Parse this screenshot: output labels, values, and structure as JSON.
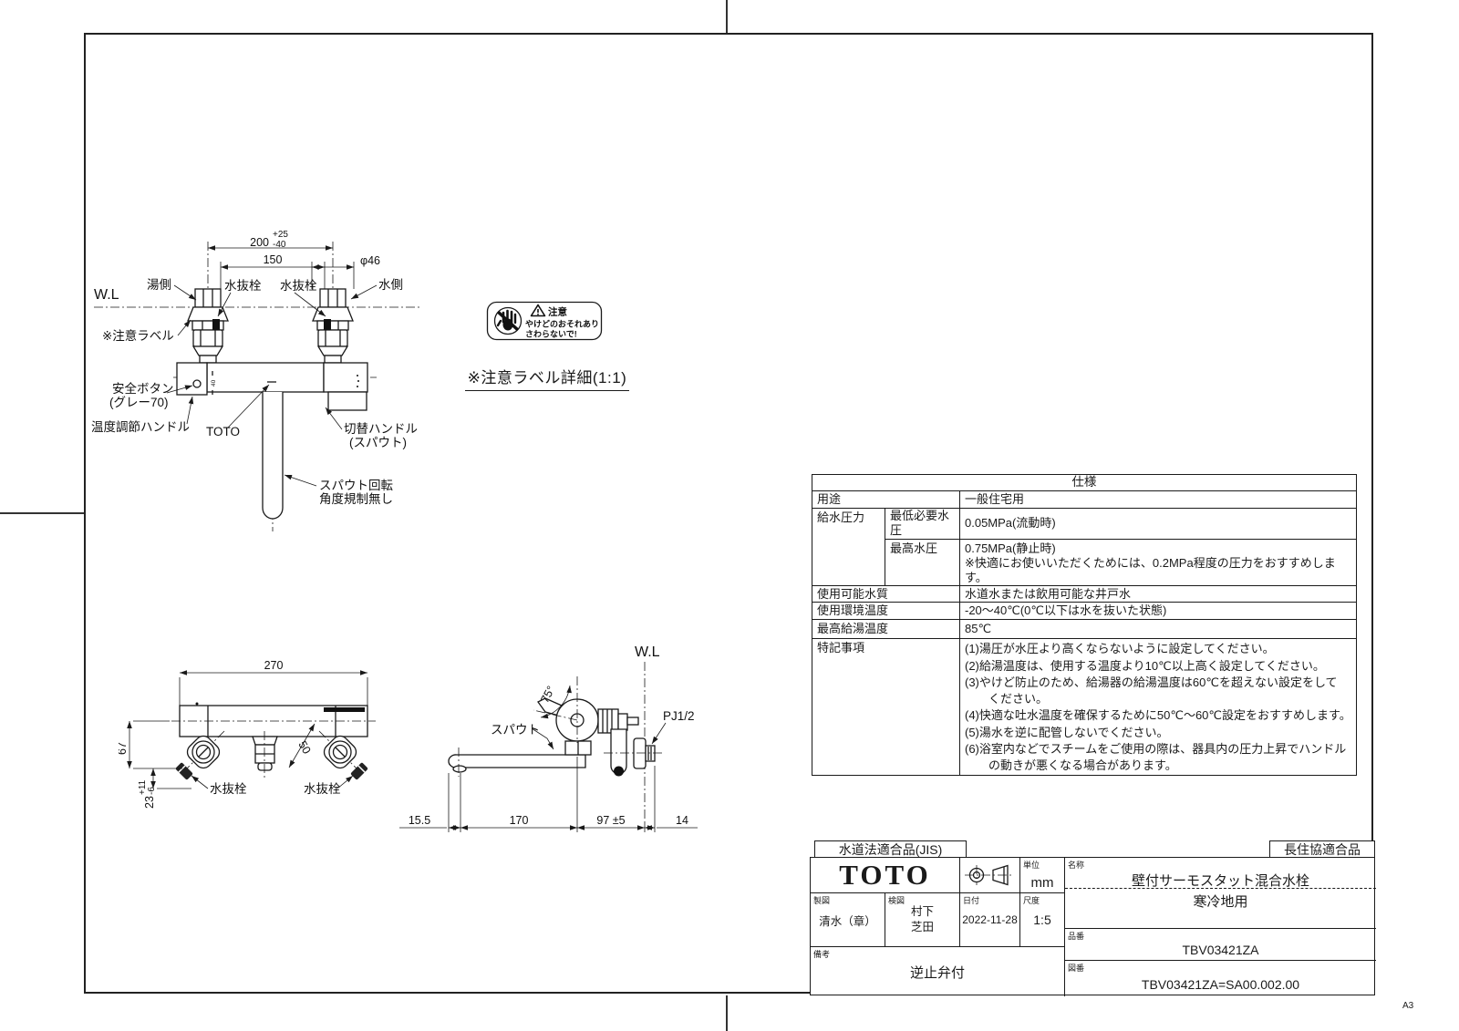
{
  "sheet": {
    "size": "A3"
  },
  "front_view": {
    "wl": "W.L",
    "dim_200": "200",
    "dim_200_tol_up": "+25",
    "dim_200_tol_dn": "-40",
    "dim_150": "150",
    "dim_dia": "φ46",
    "hot_side": "湯側",
    "cold_side": "水側",
    "drain_left": "水抜栓",
    "drain_right": "水抜栓",
    "caution_ref": "※注意ラベル",
    "safety_btn_1": "安全ボタン",
    "safety_btn_2": "(グレー70)",
    "temp_handle": "温度調節ハンドル",
    "toto_mark": "TOTO",
    "switch_handle_1": "切替ハンドル",
    "switch_handle_2": "(スパウト)",
    "spout_note_1": "スパウト回転",
    "spout_note_2": "角度規制無し",
    "handle_mark": "40"
  },
  "caution_detail": {
    "warn": "注意",
    "line1": "やけどのおそれあり",
    "line2": "さわらないで!",
    "caption": "※注意ラベル詳細(1:1)"
  },
  "top_view": {
    "dim_270": "270",
    "dim_67": "67",
    "dim_50": "50",
    "dim_23": "23",
    "dim_23_tol_up": "+11",
    "dim_23_tol_dn": "-6",
    "drain_left": "水抜栓",
    "drain_right": "水抜栓"
  },
  "side_view": {
    "wl": "W.L",
    "spout": "スパウト",
    "angle": "75°",
    "thread": "PJ1/2",
    "dim_155": "15.5",
    "dim_170": "170",
    "dim_97": "97 ±5",
    "dim_14": "14"
  },
  "spec": {
    "title": "仕様",
    "use_label": "用途",
    "use_value": "一般住宅用",
    "pressure_label": "給水圧力",
    "pmin_label": "最低必要水圧",
    "pmin_value": "0.05MPa(流動時)",
    "pmax_label": "最高水圧",
    "pmax_value": "0.75MPa(静止時)",
    "pmax_note": "※快適にお使いいただくためには、0.2MPa程度の圧力をおすすめします。",
    "quality_label": "使用可能水質",
    "quality_value": "水道水または飲用可能な井戸水",
    "ambient_label": "使用環境温度",
    "ambient_value": "-20〜40℃(0℃以下は水を抜いた状態)",
    "maxtemp_label": "最高給湯温度",
    "maxtemp_value": "85℃",
    "notes_label": "特記事項",
    "notes": [
      "(1)湯圧が水圧より高くならないように設定してください。",
      "(2)給湯温度は、使用する温度より10℃以上高く設定してください。",
      "(3)やけど防止のため、給湯器の給湯温度は60℃を超えない設定をして",
      "　　ください。",
      "(4)快適な吐水温度を確保するために50℃〜60℃設定をおすすめします。",
      "(5)湯水を逆に配管しないでください。",
      "(6)浴室内などでスチームをご使用の際は、器具内の圧力上昇でハンドル",
      "　　の動きが悪くなる場合があります。"
    ]
  },
  "title_block": {
    "tab_jis": "水道法適合品(JIS)",
    "tab_chojukyo": "長住協適合品",
    "logo": "TOTO",
    "unit_label": "単位",
    "unit_value": "mm",
    "drafted_label": "製図",
    "drafted_value": "清水（章）",
    "checked_label": "検図",
    "checked_value_1": "村下",
    "checked_value_2": "芝田",
    "date_label": "日付",
    "date_value": "2022-11-28",
    "scale_label": "尺度",
    "scale_value": "1:5",
    "remarks_label": "備考",
    "remarks_value": "逆止弁付",
    "name_label": "名称",
    "name_value": "壁付サーモスタット混合水栓",
    "name_region": "寒冷地用",
    "part_label": "品番",
    "part_value": "TBV03421ZA",
    "dwg_label": "図番",
    "dwg_value": "TBV03421ZA=SA00.002.00"
  }
}
